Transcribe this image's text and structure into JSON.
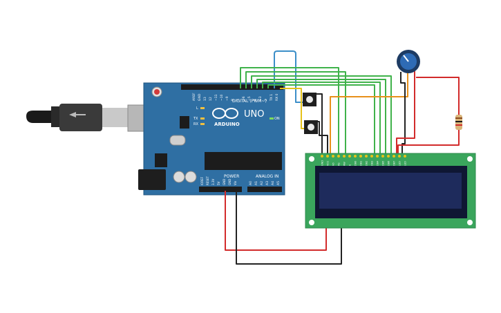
{
  "board": {
    "brand": "ARDUINO",
    "model": "UNO",
    "digital_label": "DIGITAL (PWM~)",
    "power_label": "POWER",
    "analog_label": "ANALOG IN",
    "aref_label": "AREF",
    "gnd_label": "GND",
    "led_l": "L",
    "led_tx": "TX",
    "led_rx": "RX",
    "led_on": "ON",
    "digital_pins": [
      "13",
      "12",
      "~11",
      "~10",
      "~9",
      "8",
      "7",
      "~6",
      "~5",
      "4",
      "~3",
      "2",
      "TX 1",
      "RX 0"
    ],
    "power_pins": [
      "IOREF",
      "RESET",
      "3.3V",
      "5V",
      "GND",
      "GND",
      "Vin"
    ],
    "analog_pins": [
      "A0",
      "A1",
      "A2",
      "A3",
      "A4",
      "A5"
    ]
  },
  "lcd": {
    "pins": [
      "GND",
      "VCC",
      "V0",
      "RS",
      "RW",
      "E",
      "DB0",
      "DB1",
      "DB2",
      "DB3",
      "DB4",
      "DB5",
      "DB6",
      "DB7",
      "LED",
      "LED"
    ]
  },
  "colors": {
    "board_blue": "#2f6fa3",
    "pcb_green": "#3aa55c",
    "lcd_screen": "#1e2b5c",
    "wire_red": "#d22a2a",
    "wire_black": "#222222",
    "wire_green": "#3fb24a",
    "wire_blue": "#3b8ec8",
    "wire_orange": "#e8901a",
    "wire_yellow": "#e6c21a"
  }
}
